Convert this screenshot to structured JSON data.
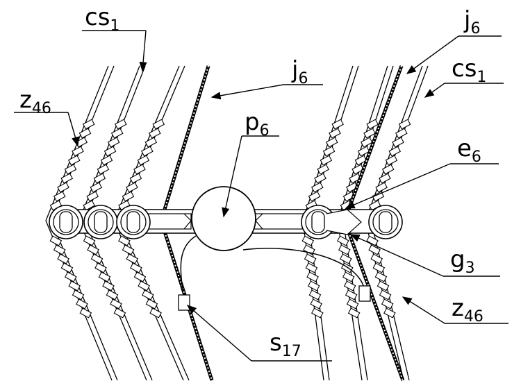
{
  "labels": {
    "cs1_left": {
      "main": "cs",
      "sub": "1"
    },
    "cs1_right": {
      "main": "cs",
      "sub": "1"
    },
    "j6_top": {
      "main": "j",
      "sub": "6"
    },
    "j6_right": {
      "main": "j",
      "sub": "6"
    },
    "z46_left": {
      "main": "z",
      "sub": "46"
    },
    "z46_right": {
      "main": "z",
      "sub": "46"
    },
    "p6": {
      "main": "p",
      "sub": "6"
    },
    "e6": {
      "main": "e",
      "sub": "6"
    },
    "g3": {
      "main": "g",
      "sub": "3"
    },
    "s17": {
      "main": "s",
      "sub": "17"
    }
  },
  "colors": {
    "ink": "#000000",
    "background": "#ffffff"
  }
}
